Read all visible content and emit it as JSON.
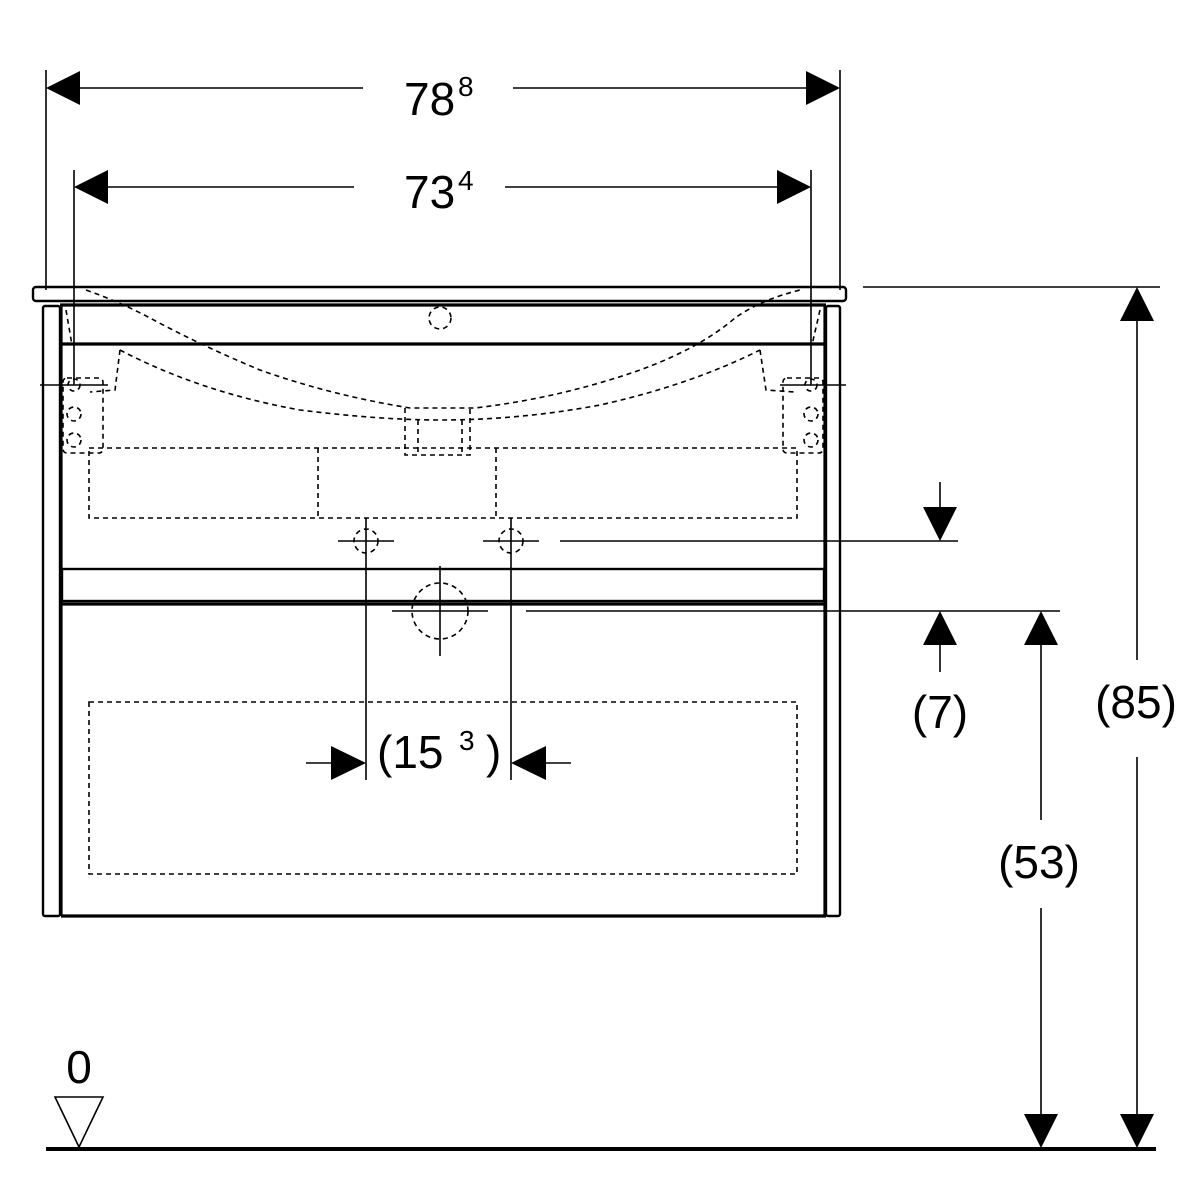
{
  "dimensions": {
    "overall_width": {
      "main": "78",
      "sup": "8"
    },
    "inner_width": {
      "main": "73",
      "sup": "4"
    },
    "drain_spacing": {
      "open": "(15",
      "sup": "3",
      "close": ")"
    },
    "small_offset": "(7)",
    "height_to_panel": "(53)",
    "total_height": "(85)",
    "floor_level": "0"
  },
  "colors": {
    "line": "#000000",
    "background": "#ffffff"
  }
}
